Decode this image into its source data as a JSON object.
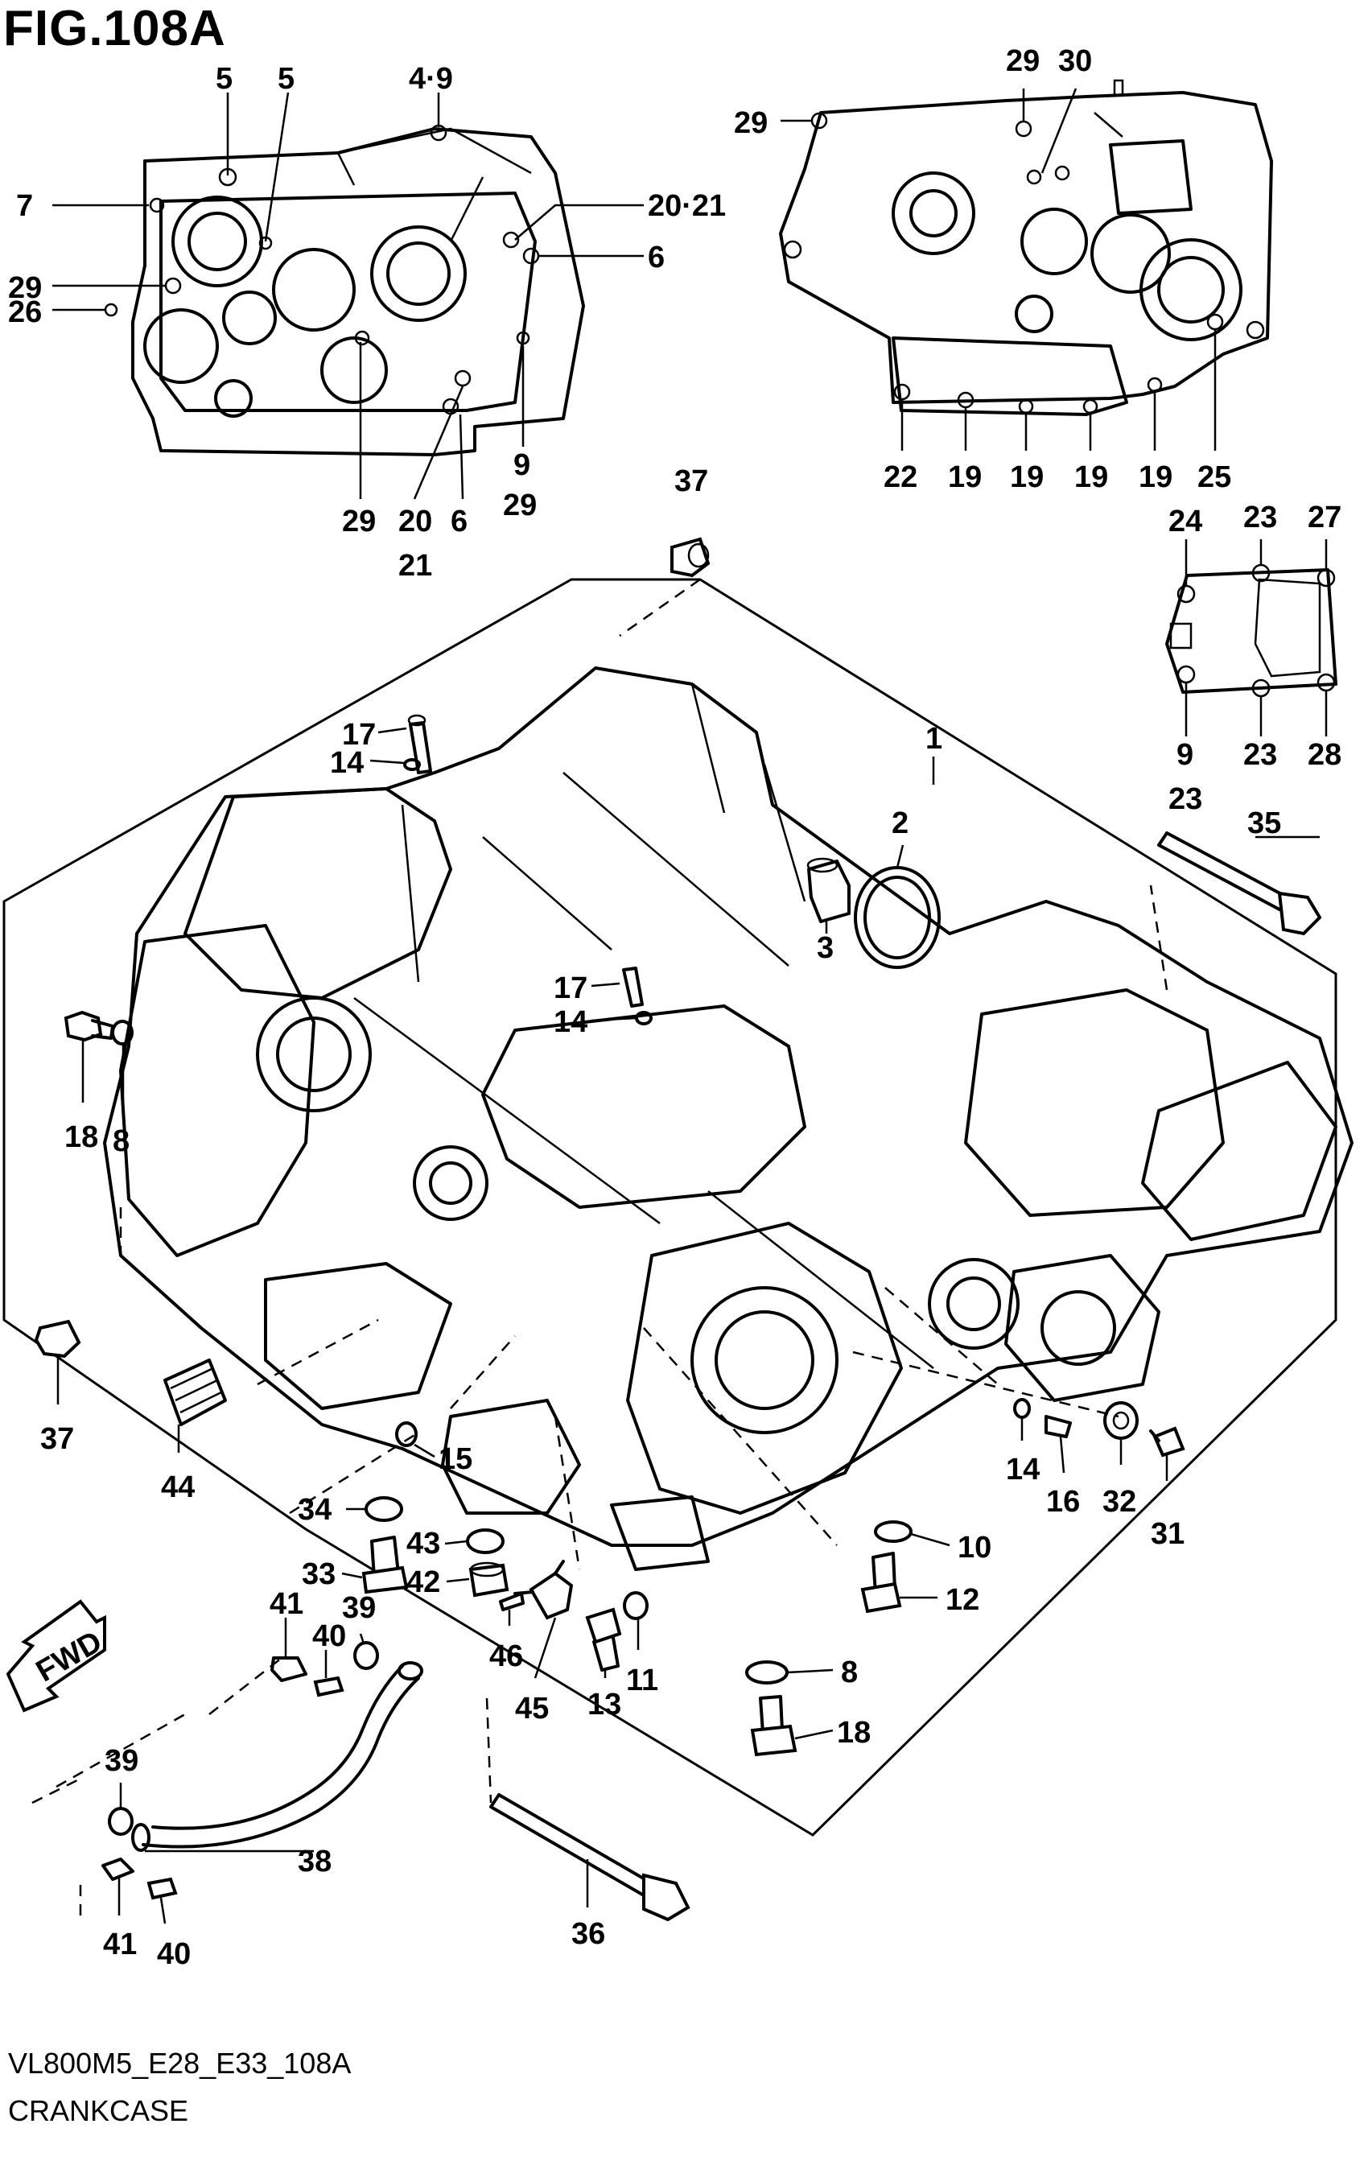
{
  "figure_title": "FIG.108A",
  "footer": {
    "code": "VL800M5_E28_E33_108A",
    "name": "CRANKCASE"
  },
  "fwd_label": "FWD",
  "labels": {
    "l5a": "5",
    "l5b": "5",
    "l49": "4·9",
    "l7": "7",
    "l2021a": "20·21",
    "l6a": "6",
    "l29a": "29",
    "l26": "26",
    "l929top": "9",
    "l929bot": "29",
    "l29b": "29",
    "l20": "20",
    "l21": "21",
    "l6b": "6",
    "l29c": "29",
    "l30": "30",
    "l29d": "29",
    "l22": "22",
    "l19a": "19",
    "l19b": "19",
    "l19c": "19",
    "l19d": "19",
    "l25": "25",
    "l37a": "37",
    "l24": "24",
    "l23a": "23",
    "l27": "27",
    "l9b": "9",
    "l23b": "23",
    "l23c": "23",
    "l28": "28",
    "l1": "1",
    "l2": "2",
    "l3": "3",
    "l35": "35",
    "l17a": "17",
    "l14a": "14",
    "l17b": "17",
    "l14b": "14",
    "l18a": "18",
    "l8a": "8",
    "l37b": "37",
    "l44": "44",
    "l15": "15",
    "l34": "34",
    "l43": "43",
    "l33": "33",
    "l42": "42",
    "l41a": "41",
    "l39a": "39",
    "l40a": "40",
    "l46": "46",
    "l45": "45",
    "l13": "13",
    "l11": "11",
    "l14c": "14",
    "l16": "16",
    "l32": "32",
    "l31": "31",
    "l10": "10",
    "l12": "12",
    "l8b": "8",
    "l18b": "18",
    "l39b": "39",
    "l38": "38",
    "l41b": "41",
    "l40b": "40",
    "l36": "36"
  }
}
